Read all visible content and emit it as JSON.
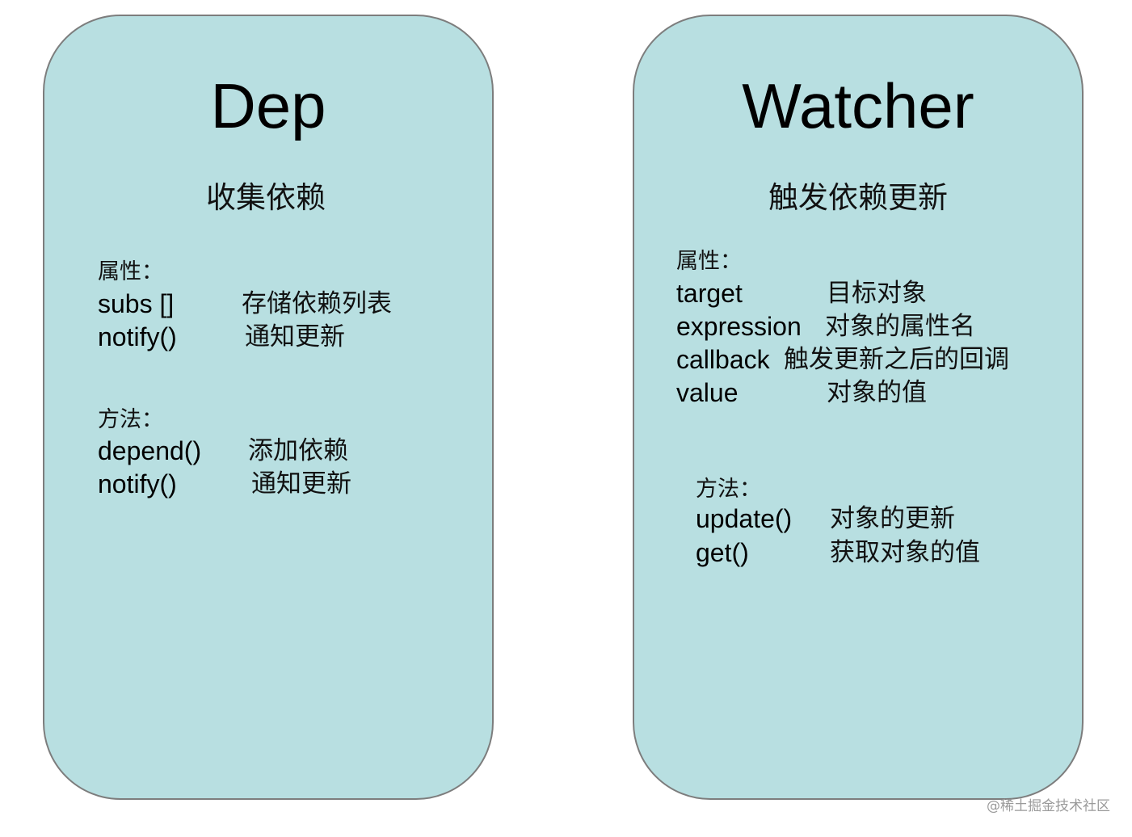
{
  "dep": {
    "title": "Dep",
    "subtitle": "收集依赖",
    "props_label": "属性：",
    "props": [
      {
        "name": "subs []",
        "desc": "存储依赖列表"
      },
      {
        "name": "notify()",
        "desc": "通知更新"
      }
    ],
    "methods_label": "方法：",
    "methods": [
      {
        "name": "depend()",
        "desc": "添加依赖"
      },
      {
        "name": "notify()",
        "desc": "通知更新"
      }
    ]
  },
  "watcher": {
    "title": "Watcher",
    "subtitle": "触发依赖更新",
    "props_label": "属性：",
    "props": [
      {
        "name": "target",
        "desc": "目标对象"
      },
      {
        "name": "expression",
        "desc": "对象的属性名"
      },
      {
        "name": "callback",
        "desc": "触发更新之后的回调"
      },
      {
        "name": "value",
        "desc": "对象的值"
      }
    ],
    "methods_label": "方法：",
    "methods": [
      {
        "name": "update()",
        "desc": "对象的更新"
      },
      {
        "name": "get()",
        "desc": "获取对象的值"
      }
    ]
  },
  "watermark": "@稀土掘金技术社区",
  "colors": {
    "card_fill": "#b8dfe1",
    "card_border": "#7d7d7d"
  }
}
